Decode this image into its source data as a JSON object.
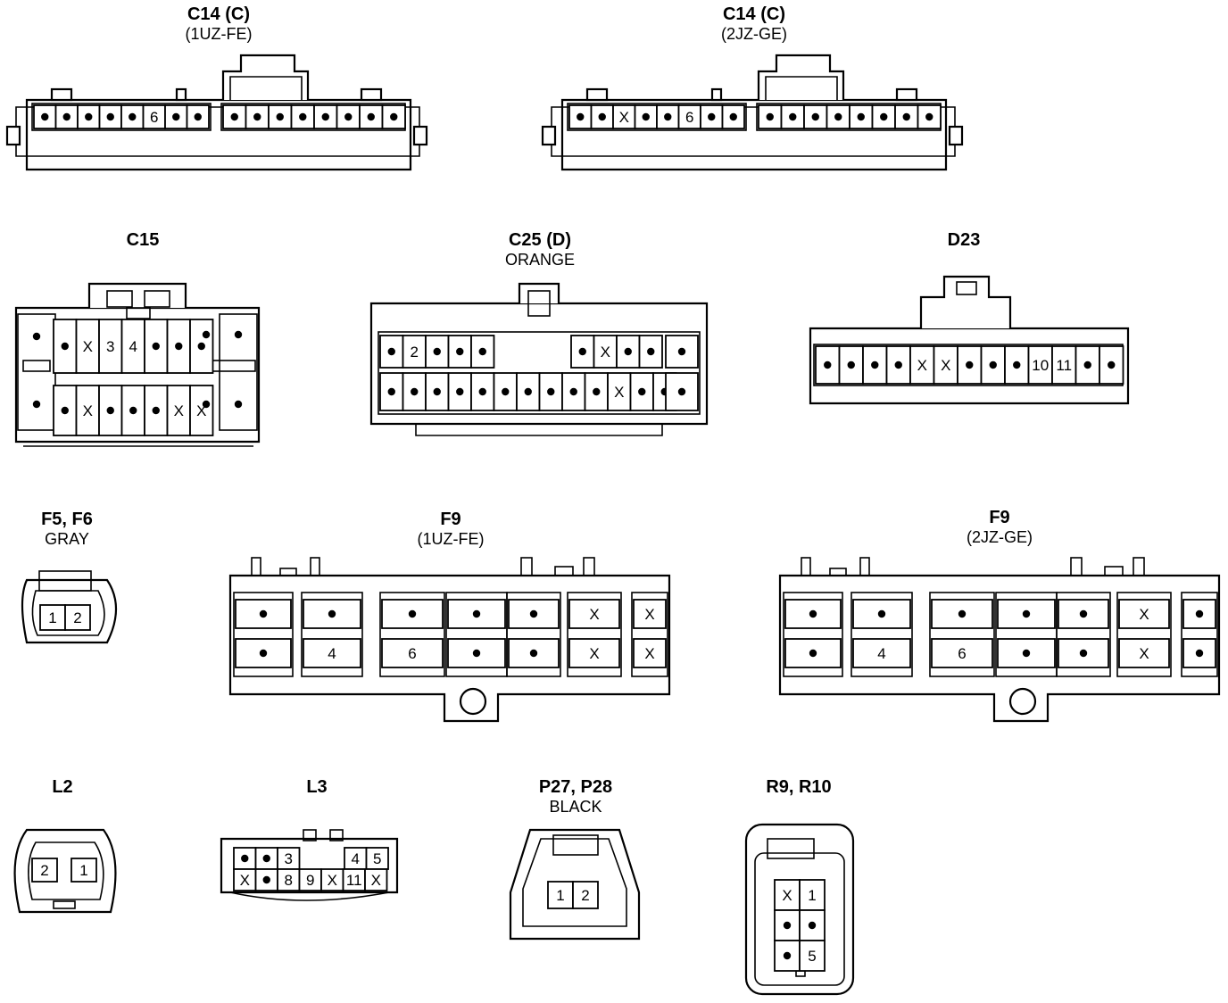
{
  "connectors": [
    {
      "id": "c14-1uz",
      "title": "C14 (C)",
      "subtitle": "(1UZ-FE)",
      "groups": [
        [
          "•",
          "•",
          "•",
          "•",
          "•",
          "6",
          "•",
          "•"
        ],
        [
          "•",
          "•",
          "•",
          "•",
          "•",
          "•",
          "•",
          "•"
        ]
      ]
    },
    {
      "id": "c14-2jz",
      "title": "C14 (C)",
      "subtitle": "(2JZ-GE)",
      "groups": [
        [
          "•",
          "•",
          "X",
          "•",
          "•",
          "6",
          "•",
          "•"
        ],
        [
          "•",
          "•",
          "•",
          "•",
          "•",
          "•",
          "•",
          "•"
        ]
      ]
    },
    {
      "id": "c15",
      "title": "C15",
      "subtitle": "",
      "rows": [
        [
          "•",
          "•",
          "X",
          "3",
          "4",
          "•",
          "•",
          "•",
          "•",
          "•"
        ],
        [
          "•",
          "•",
          "X",
          "•",
          "•",
          "•",
          "X",
          "X",
          "•",
          "•"
        ]
      ]
    },
    {
      "id": "c25",
      "title": "C25 (D)",
      "subtitle": "ORANGE",
      "rows": [
        [
          "•",
          "2",
          "•",
          "•",
          "•",
          "•",
          "X",
          "•",
          "•",
          "•"
        ],
        [
          "•",
          "•",
          "•",
          "•",
          "•",
          "•",
          "•",
          "•",
          "•",
          "•",
          "X",
          "•",
          "•",
          "•"
        ]
      ]
    },
    {
      "id": "d23",
      "title": "D23",
      "subtitle": "",
      "rows": [
        [
          "•",
          "•",
          "•",
          "•",
          "X",
          "X",
          "•",
          "•",
          "•",
          "10",
          "11",
          "•",
          "•"
        ]
      ]
    },
    {
      "id": "f5",
      "title": "F5, F6",
      "subtitle": "GRAY",
      "rows": [
        [
          "1",
          "2"
        ]
      ]
    },
    {
      "id": "f9-1uz",
      "title": "F9",
      "subtitle": "(1UZ-FE)",
      "blocks": [
        [
          "•",
          "•"
        ],
        [
          "•",
          "4"
        ],
        [
          "•",
          "6"
        ],
        [
          "•",
          "•"
        ],
        [
          "•",
          "•"
        ],
        [
          "X",
          "X"
        ],
        [
          "X",
          "X"
        ]
      ]
    },
    {
      "id": "f9-2jz",
      "title": "F9",
      "subtitle": "(2JZ-GE)",
      "blocks": [
        [
          "•",
          "•"
        ],
        [
          "•",
          "4"
        ],
        [
          "•",
          "6"
        ],
        [
          "•",
          "•"
        ],
        [
          "•",
          "•"
        ],
        [
          "X",
          "X"
        ],
        [
          "•",
          "•"
        ]
      ]
    },
    {
      "id": "l2",
      "title": "L2",
      "subtitle": "",
      "rows": [
        [
          "2",
          "1"
        ]
      ]
    },
    {
      "id": "l3",
      "title": "L3",
      "subtitle": "",
      "rows": [
        [
          "•",
          "•",
          "3",
          "",
          "4",
          "5"
        ],
        [
          "X",
          "•",
          "8",
          "9",
          "X",
          "11",
          "X"
        ]
      ]
    },
    {
      "id": "p27",
      "title": "P27, P28",
      "subtitle": "BLACK",
      "rows": [
        [
          "1",
          "2"
        ]
      ]
    },
    {
      "id": "r9",
      "title": "R9, R10",
      "subtitle": "",
      "rows": [
        [
          "X",
          "1"
        ],
        [
          "•",
          "•"
        ],
        [
          "•",
          "5"
        ]
      ]
    }
  ]
}
